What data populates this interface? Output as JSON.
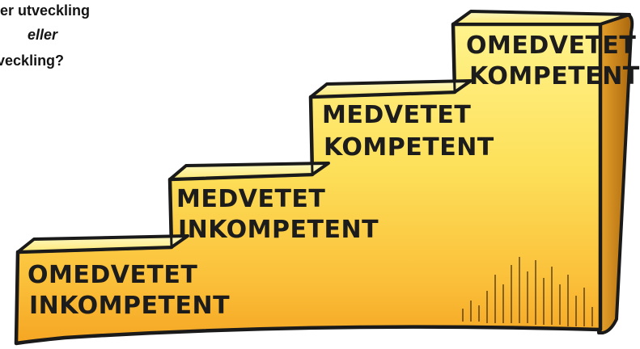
{
  "caption": {
    "line1": "ller utveckling",
    "line2": "eller",
    "line3": "avveckling?"
  },
  "steps": [
    {
      "line1": "OMEDVETET",
      "line2": "INKOMPETENT"
    },
    {
      "line1": "MEDVETET",
      "line2": "INKOMPETENT"
    },
    {
      "line1": "MEDVETET",
      "line2": "KOMPETENT"
    },
    {
      "line1": "OMEDVETET",
      "line2": "KOMPETENT"
    }
  ],
  "colors": {
    "yellow_light": "#fff28a",
    "yellow_mid": "#fdd443",
    "orange_dark": "#f5a623",
    "side_brown": "#c97d12",
    "outline": "#1a1a1a"
  }
}
